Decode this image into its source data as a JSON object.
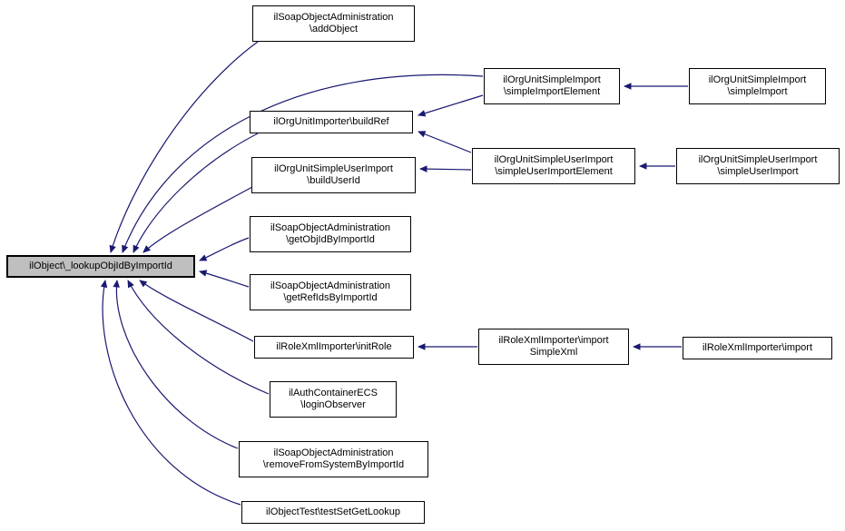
{
  "diagram": {
    "kind": "caller-graph",
    "background_color": "#ffffff",
    "edge_color": "#191970",
    "node_border_color": "#000000",
    "node_fill_color": "#ffffff",
    "focus_node_fill_color": "#bfbfbf",
    "focus_node": "ilObject\\_lookupObjIdByImportId"
  },
  "nodes": {
    "main": {
      "lines": [
        "ilObject\\_lookupObjIdByImportId"
      ]
    },
    "addObject": {
      "lines": [
        "ilSoapObjectAdministration",
        "\\addObject"
      ]
    },
    "buildRef": {
      "lines": [
        "ilOrgUnitImporter\\buildRef"
      ]
    },
    "buildUserId": {
      "lines": [
        "ilOrgUnitSimpleUserImport",
        "\\buildUserId"
      ]
    },
    "getObjId": {
      "lines": [
        "ilSoapObjectAdministration",
        "\\getObjIdByImportId"
      ]
    },
    "getRefIds": {
      "lines": [
        "ilSoapObjectAdministration",
        "\\getRefIdsByImportId"
      ]
    },
    "initRole": {
      "lines": [
        "ilRoleXmlImporter\\initRole"
      ]
    },
    "loginObserver": {
      "lines": [
        "ilAuthContainerECS",
        "\\loginObserver"
      ]
    },
    "removeFromSystem": {
      "lines": [
        "ilSoapObjectAdministration",
        "\\removeFromSystemByImportId"
      ]
    },
    "testSetGetLookup": {
      "lines": [
        "ilObjectTest\\testSetGetLookup"
      ]
    },
    "simpleImportElement": {
      "lines": [
        "ilOrgUnitSimpleImport",
        "\\simpleImportElement"
      ]
    },
    "simpleUserImportElement": {
      "lines": [
        "ilOrgUnitSimpleUserImport",
        "\\simpleUserImportElement"
      ]
    },
    "importSimpleXml": {
      "lines": [
        "ilRoleXmlImporter\\import",
        "SimpleXml"
      ]
    },
    "simpleImport": {
      "lines": [
        "ilOrgUnitSimpleImport",
        "\\simpleImport"
      ]
    },
    "simpleUserImport": {
      "lines": [
        "ilOrgUnitSimpleUserImport",
        "\\simpleUserImport"
      ]
    },
    "import": {
      "lines": [
        "ilRoleXmlImporter\\import"
      ]
    }
  },
  "edges": [
    {
      "from": "ilSoapObjectAdministration\\addObject",
      "to": "ilObject\\_lookupObjIdByImportId"
    },
    {
      "from": "ilOrgUnitSimpleImport\\simpleImportElement",
      "to": "ilObject\\_lookupObjIdByImportId"
    },
    {
      "from": "ilOrgUnitImporter\\buildRef",
      "to": "ilObject\\_lookupObjIdByImportId"
    },
    {
      "from": "ilOrgUnitSimpleUserImport\\buildUserId",
      "to": "ilObject\\_lookupObjIdByImportId"
    },
    {
      "from": "ilSoapObjectAdministration\\getObjIdByImportId",
      "to": "ilObject\\_lookupObjIdByImportId"
    },
    {
      "from": "ilSoapObjectAdministration\\getRefIdsByImportId",
      "to": "ilObject\\_lookupObjIdByImportId"
    },
    {
      "from": "ilRoleXmlImporter\\initRole",
      "to": "ilObject\\_lookupObjIdByImportId"
    },
    {
      "from": "ilAuthContainerECS\\loginObserver",
      "to": "ilObject\\_lookupObjIdByImportId"
    },
    {
      "from": "ilSoapObjectAdministration\\removeFromSystemByImportId",
      "to": "ilObject\\_lookupObjIdByImportId"
    },
    {
      "from": "ilObjectTest\\testSetGetLookup",
      "to": "ilObject\\_lookupObjIdByImportId"
    },
    {
      "from": "ilOrgUnitSimpleImport\\simpleImport",
      "to": "ilOrgUnitSimpleImport\\simpleImportElement"
    },
    {
      "from": "ilOrgUnitSimpleUserImport\\simpleUserImport",
      "to": "ilOrgUnitSimpleUserImport\\simpleUserImportElement"
    },
    {
      "from": "ilOrgUnitSimpleImport\\simpleImportElement",
      "to": "ilOrgUnitImporter\\buildRef"
    },
    {
      "from": "ilOrgUnitSimpleUserImport\\simpleUserImportElement",
      "to": "ilOrgUnitImporter\\buildRef"
    },
    {
      "from": "ilOrgUnitSimpleUserImport\\simpleUserImportElement",
      "to": "ilOrgUnitSimpleUserImport\\buildUserId"
    },
    {
      "from": "ilRoleXmlImporter\\importSimpleXml",
      "to": "ilRoleXmlImporter\\initRole"
    },
    {
      "from": "ilRoleXmlImporter\\import",
      "to": "ilRoleXmlImporter\\importSimpleXml"
    }
  ]
}
